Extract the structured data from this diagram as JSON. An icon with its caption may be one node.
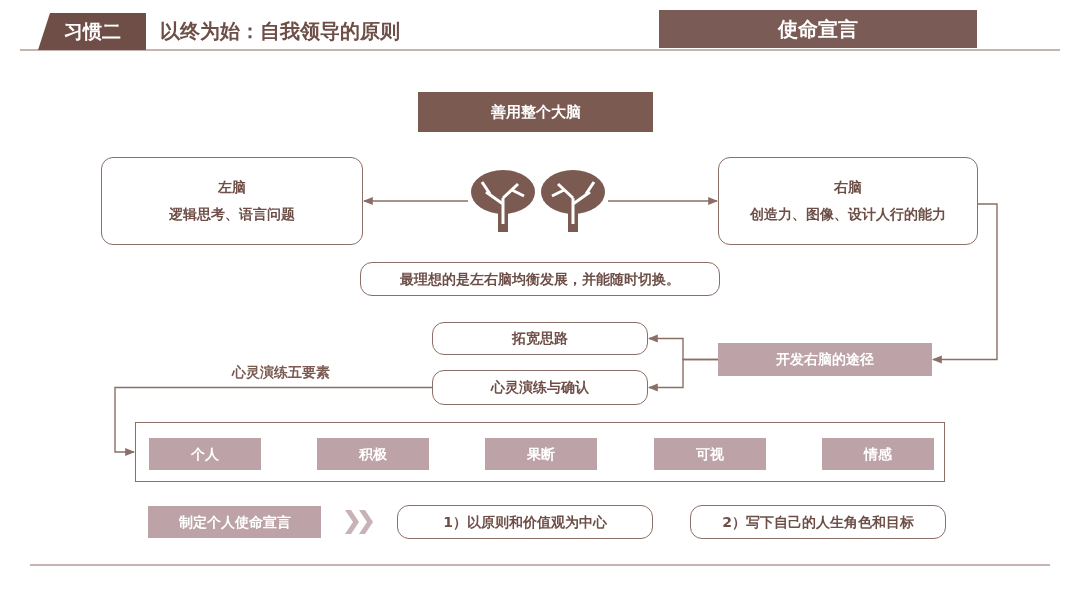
{
  "diagram": {
    "title": "以终为始：自我领导的原则",
    "nodes": [
      {
        "text": [
          "善用整个大脑"
        ]
      },
      {
        "text": [
          "左脑",
          "逻辑思考、语言问题"
        ]
      },
      {
        "text": [],
        "shape": "picture"
      },
      {
        "text": [
          "右脑",
          "创造力、图像、设计人行的能力"
        ]
      },
      {
        "text": [
          "最理想的是左右脑均衡发展，并能随时切换。"
        ]
      },
      {
        "text": [
          "拓宽思路"
        ]
      },
      {
        "text": [
          "开发右脑的途径"
        ]
      },
      {
        "text": [
          "心灵演练与确认"
        ]
      },
      {
        "text": [],
        "shape": "box"
      },
      {
        "text": [
          "个人"
        ],
        "in": 8
      },
      {
        "text": [
          "积极"
        ],
        "in": 8
      },
      {
        "text": [
          "果断"
        ],
        "in": 8
      },
      {
        "text": [
          "可视"
        ],
        "in": 8
      },
      {
        "text": [
          "情感"
        ],
        "in": 8
      },
      {
        "text": [
          "制定个人使命宣言"
        ]
      },
      {
        "text": [
          "1）以原则和价值观为中心"
        ]
      },
      {
        "text": [
          "2）写下自己的人生角色和目标"
        ]
      }
    ],
    "edges": [
      {
        "from": 2,
        "to": 1,
        "arrow": "to"
      },
      {
        "from": 2,
        "to": 3,
        "arrow": "to"
      },
      {
        "from": 3,
        "to": 6,
        "arrow": "to"
      },
      {
        "from": 6,
        "to": 5,
        "arrow": "to"
      },
      {
        "from": 6,
        "to": 7,
        "arrow": "to"
      },
      {
        "from": 7,
        "to": 8,
        "label": "心灵演练五要素",
        "arrow": "to"
      },
      {
        "from": 14,
        "to": 15,
        "arrow": "to"
      }
    ],
    "labels": [
      "习惯二",
      "使命宣言"
    ]
  }
}
